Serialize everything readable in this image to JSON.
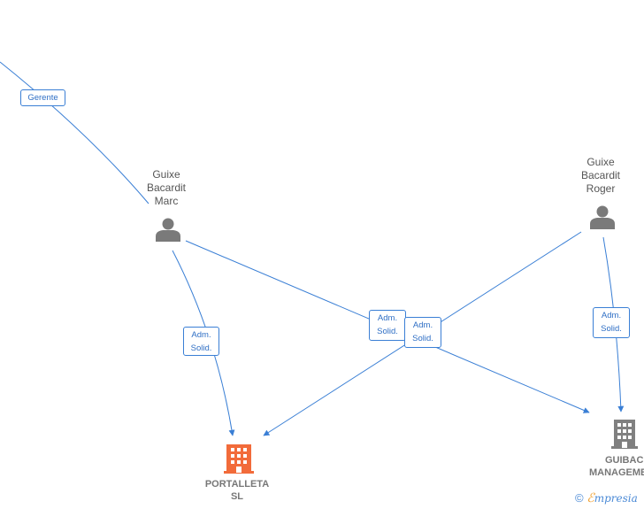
{
  "nodes": {
    "marc": {
      "name_line1": "Guixe",
      "name_line2": "Bacardit",
      "name_line3": "Marc"
    },
    "roger": {
      "name_line1": "Guixe",
      "name_line2": "Bacardit",
      "name_line3": "Roger"
    },
    "portalleta": {
      "name_line1": "PORTALLETA",
      "name_line2": "SL"
    },
    "guibac": {
      "name_line1": "GUIBAC",
      "name_line2": "MANAGEME"
    }
  },
  "edges": {
    "gerente": "Gerente",
    "marc_portalleta": {
      "line1": "Adm.",
      "line2": "Solid."
    },
    "marc_guibac": {
      "line1": "Adm.",
      "line2": "Solid."
    },
    "roger_portalleta": {
      "line1": "Adm.",
      "line2": "Solid."
    },
    "roger_guibac": {
      "line1": "Adm.",
      "line2": "Solid."
    }
  },
  "colors": {
    "edge": "#3a7fd5",
    "person_icon": "#7a7a7a",
    "company_highlight": "#f26b3a",
    "company_default": "#808080"
  },
  "icons": {
    "person": "person-icon",
    "company": "building-icon",
    "copyright": "copyright-icon"
  },
  "footer": {
    "copyright_symbol": "©",
    "brand_e": "ℰ",
    "brand_rest": "mpresia"
  }
}
